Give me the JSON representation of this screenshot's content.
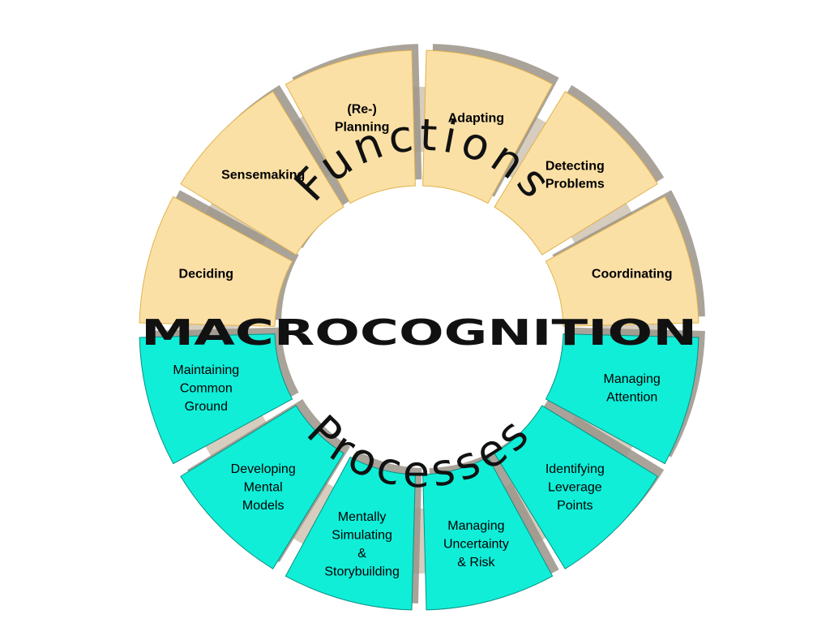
{
  "title": "MACROCOGNITION",
  "top_arc_label": "Functions",
  "bottom_arc_label": "Processes",
  "colors": {
    "function_fill": "#fbe0a6",
    "function_stroke": "#e0b24a",
    "process_fill": "#10eed8",
    "process_stroke": "#0a8f82",
    "shadow": "#9a9388",
    "connector": "#d6cdbf"
  },
  "functions": [
    {
      "lines": [
        "Deciding"
      ]
    },
    {
      "lines": [
        "Sensemaking"
      ]
    },
    {
      "lines": [
        "(Re-)",
        "Planning"
      ]
    },
    {
      "lines": [
        "Adapting"
      ]
    },
    {
      "lines": [
        "Detecting",
        "Problems"
      ]
    },
    {
      "lines": [
        "Coordinating"
      ]
    }
  ],
  "processes": [
    {
      "lines": [
        "Maintaining",
        "Common",
        "Ground"
      ]
    },
    {
      "lines": [
        "Developing",
        "Mental",
        "Models"
      ]
    },
    {
      "lines": [
        "Mentally",
        "Simulating",
        "&",
        "Storybuilding"
      ]
    },
    {
      "lines": [
        "Managing",
        "Uncertainty",
        "& Risk"
      ]
    },
    {
      "lines": [
        "Identifying",
        "Leverage",
        "Points"
      ]
    },
    {
      "lines": [
        "Managing",
        "Attention"
      ]
    }
  ]
}
